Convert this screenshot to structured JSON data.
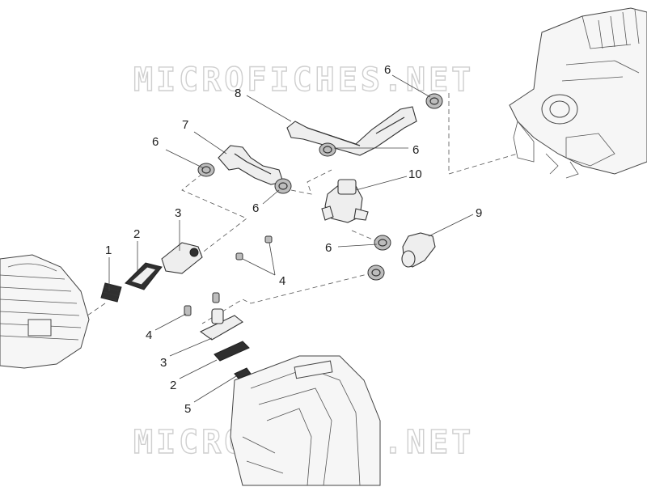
{
  "watermark": {
    "text": "MICROFICHES.NET"
  },
  "callouts": {
    "c1": "1",
    "c2a": "2",
    "c2b": "2",
    "c3a": "3",
    "c3b": "3",
    "c4a": "4",
    "c4b": "4",
    "c5": "5",
    "c6a": "6",
    "c6b": "6",
    "c6c": "6",
    "c6d": "6",
    "c6e": "6",
    "c7": "7",
    "c8": "8",
    "c9": "9",
    "c10": "10"
  }
}
